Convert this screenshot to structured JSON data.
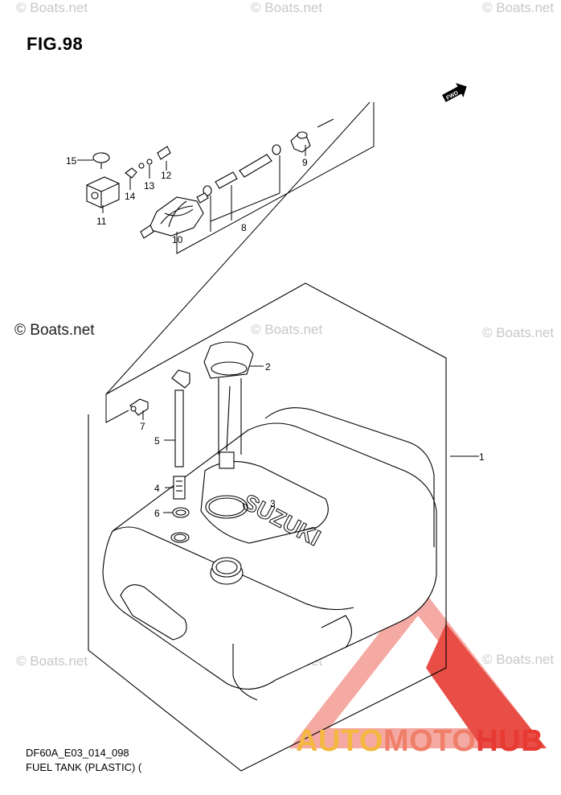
{
  "figure": {
    "title": "FIG.98"
  },
  "watermarks": {
    "main": "© Boats.net",
    "faded": "© Boats.net"
  },
  "fwd_label": "FWD",
  "tank_embossing": "SUZUKI",
  "parts": [
    {
      "number": "1"
    },
    {
      "number": "2"
    },
    {
      "number": "3"
    },
    {
      "number": "4"
    },
    {
      "number": "5"
    },
    {
      "number": "6"
    },
    {
      "number": "7"
    },
    {
      "number": "8"
    },
    {
      "number": "9"
    },
    {
      "number": "10"
    },
    {
      "number": "11"
    },
    {
      "number": "12"
    },
    {
      "number": "13"
    },
    {
      "number": "14"
    },
    {
      "number": "15"
    }
  ],
  "footer": {
    "code": "DF60A_E03_014_098",
    "name": "FUEL TANK (PLASTIC) ("
  },
  "brand": {
    "part1": "AUTO",
    "part2": "MOTO",
    "part3": "HUB"
  },
  "colors": {
    "logo_red": "#e63a32",
    "logo_pink": "#f4a09a",
    "logo_yellow": "#f4b840"
  }
}
